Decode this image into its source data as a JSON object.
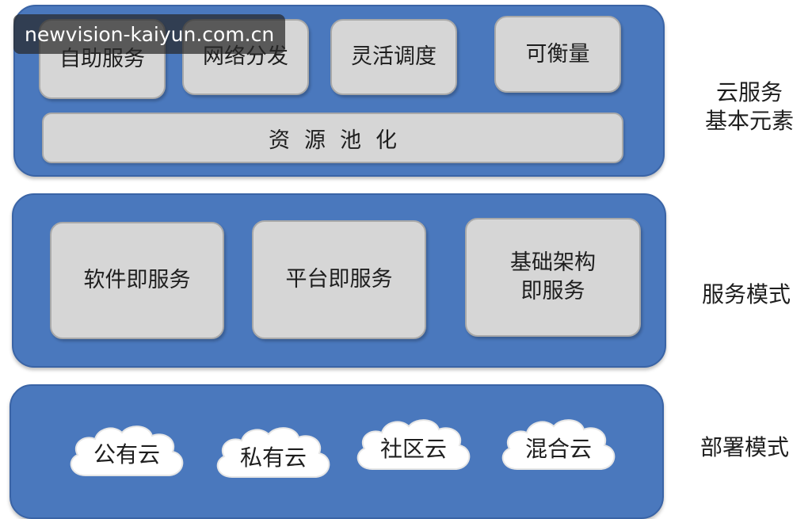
{
  "watermark": "newvision-kaiyun.com.cn",
  "layers": {
    "top": {
      "items": [
        "自助服务",
        "网络分发",
        "灵活调度",
        "可衡量"
      ],
      "pool": "资源池化",
      "label_lines": [
        "云服务",
        "基本元素"
      ]
    },
    "middle": {
      "items": [
        {
          "lines": [
            "软件即服务"
          ]
        },
        {
          "lines": [
            "平台即服务"
          ]
        },
        {
          "lines": [
            "基础架构",
            "即服务"
          ]
        }
      ],
      "label": "服务模式"
    },
    "bottom": {
      "clouds": [
        "公有云",
        "私有云",
        "社区云",
        "混合云"
      ],
      "label": "部署模式"
    }
  },
  "colors": {
    "band": "#4a78bd",
    "box": "#d6d6d6",
    "cloud": "#ffffff"
  }
}
